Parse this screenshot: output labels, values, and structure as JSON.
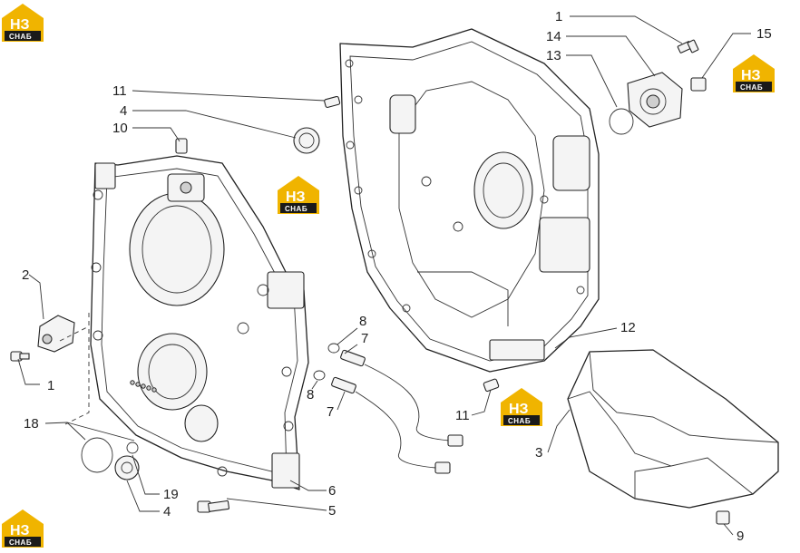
{
  "diagram": {
    "callouts": [
      {
        "id": "c-1-top",
        "text": "1"
      },
      {
        "id": "c-14",
        "text": "14"
      },
      {
        "id": "c-15",
        "text": "15"
      },
      {
        "id": "c-13",
        "text": "13"
      },
      {
        "id": "c-11-top",
        "text": "11"
      },
      {
        "id": "c-4-top",
        "text": "4"
      },
      {
        "id": "c-10",
        "text": "10"
      },
      {
        "id": "c-2",
        "text": "2"
      },
      {
        "id": "c-1-left",
        "text": "1"
      },
      {
        "id": "c-18",
        "text": "18"
      },
      {
        "id": "c-19",
        "text": "19"
      },
      {
        "id": "c-4-bottom",
        "text": "4"
      },
      {
        "id": "c-5",
        "text": "5"
      },
      {
        "id": "c-6",
        "text": "6"
      },
      {
        "id": "c-8-top",
        "text": "8"
      },
      {
        "id": "c-7-top",
        "text": "7"
      },
      {
        "id": "c-8-mid",
        "text": "8"
      },
      {
        "id": "c-7-mid",
        "text": "7"
      },
      {
        "id": "c-11-mid",
        "text": "11"
      },
      {
        "id": "c-12",
        "text": "12"
      },
      {
        "id": "c-3",
        "text": "3"
      },
      {
        "id": "c-9",
        "text": "9"
      }
    ]
  },
  "watermark": {
    "letters": "НЗ",
    "word": "СНАБ",
    "color": "#f0b400",
    "dark": "#1a1a1a"
  }
}
